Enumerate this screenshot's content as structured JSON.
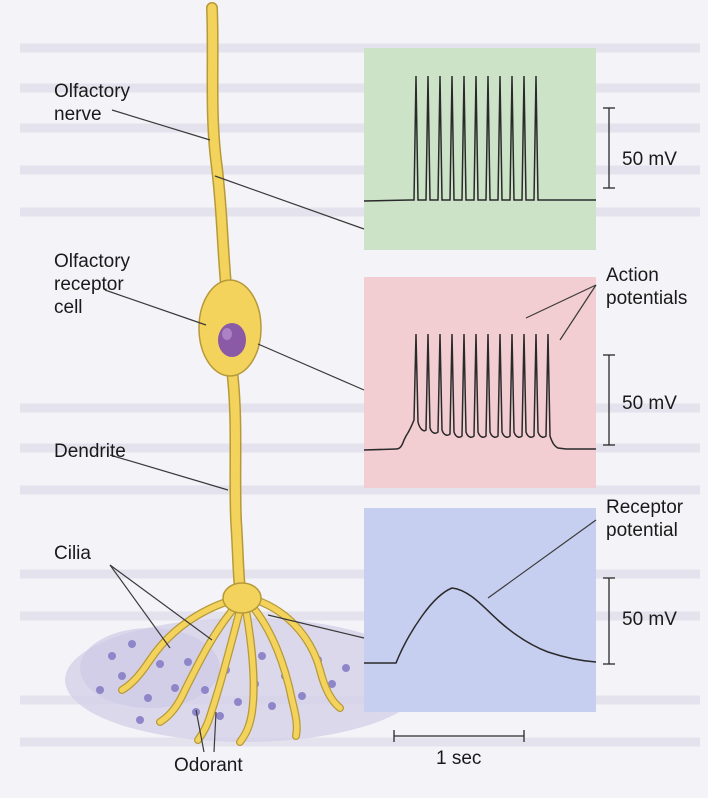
{
  "figure": {
    "labels": {
      "olfactory_nerve": "Olfactory\nnerve",
      "olfactory_receptor_cell": "Olfactory\nreceptor\ncell",
      "dendrite": "Dendrite",
      "cilia": "Cilia",
      "odorant": "Odorant",
      "action_potentials": "Action\npotentials",
      "receptor_potential": "Receptor\npotential"
    },
    "panels": {
      "top": {
        "scale": "50 mV",
        "color": "#cde3c8"
      },
      "middle": {
        "scale": "50 mV",
        "color": "#f2cdd2"
      },
      "bottom": {
        "scale": "50 mV",
        "color": "#c7cff1"
      }
    },
    "time_scale": "1 sec",
    "colors": {
      "neuron": "#f3d35c",
      "neuron_outline": "#b69a3a",
      "nucleus": "#8b5aa6",
      "trace": "#2a2a2a",
      "odorant_dots": "#8e86c9"
    }
  }
}
